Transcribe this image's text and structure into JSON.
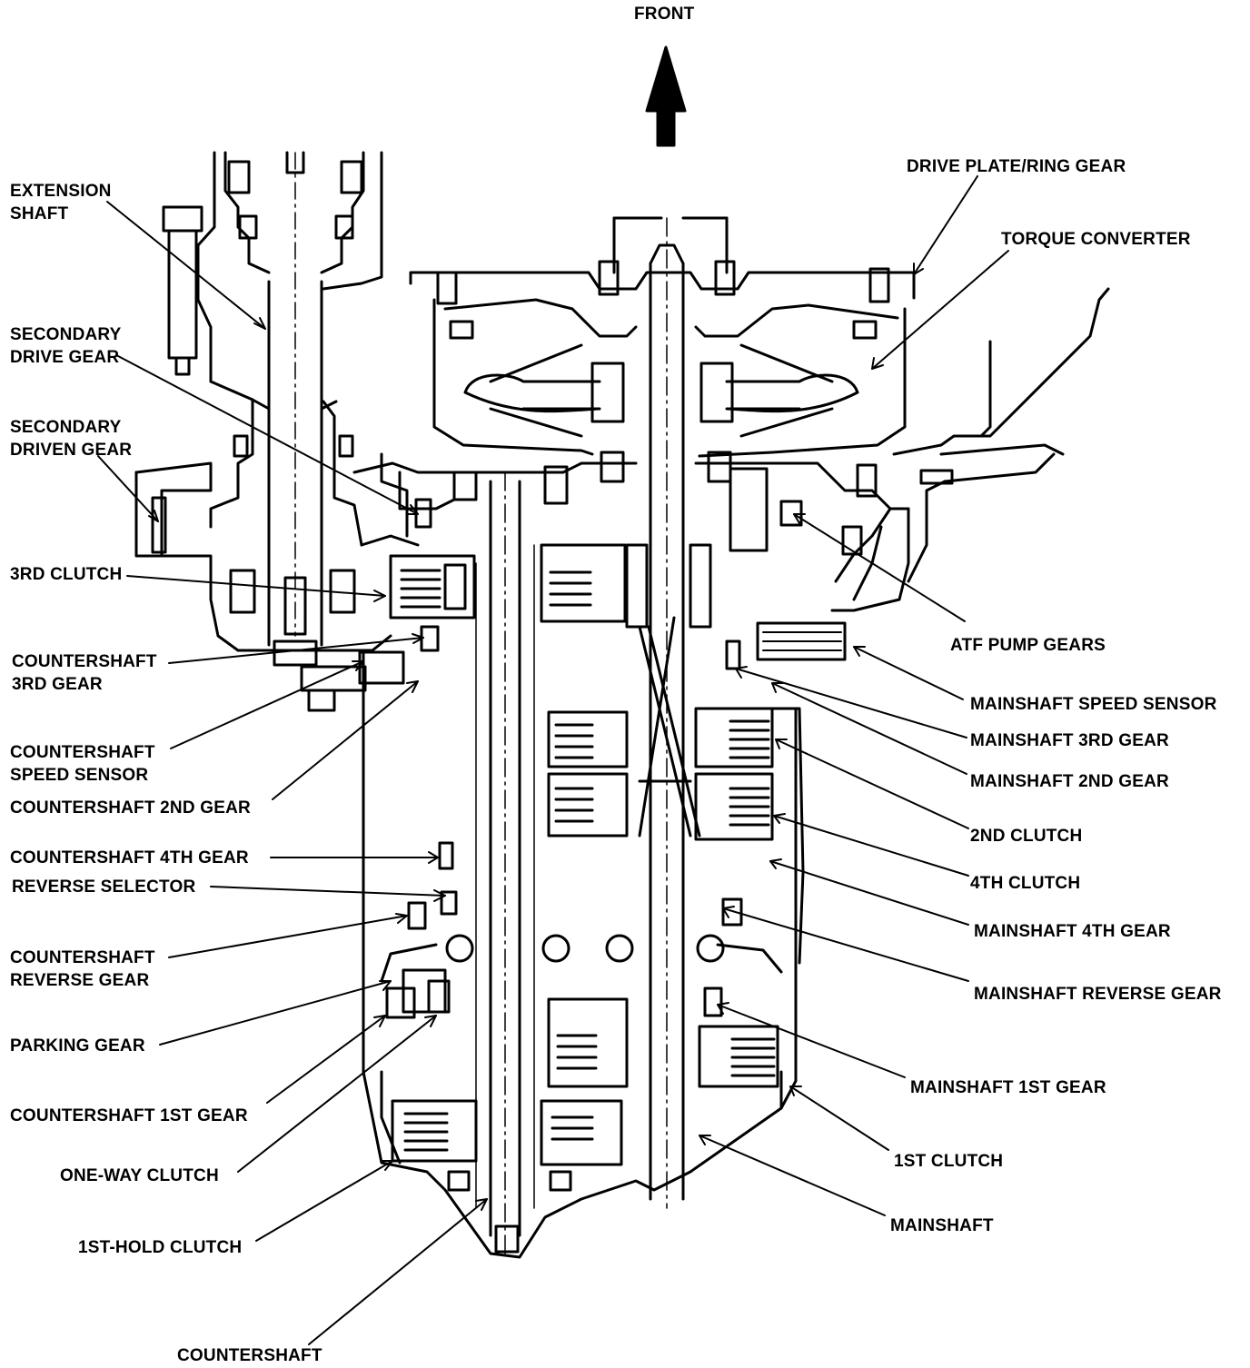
{
  "diagram": {
    "front_label": "FRONT",
    "labels": {
      "extension_shaft": [
        "EXTENSION",
        "SHAFT"
      ],
      "secondary_drive_gear": [
        "SECONDARY",
        "DRIVE GEAR"
      ],
      "secondary_driven_gear": [
        "SECONDARY",
        "DRIVEN GEAR"
      ],
      "third_clutch": "3RD CLUTCH",
      "countershaft_3rd_gear": [
        "COUNTERSHAFT",
        "3RD GEAR"
      ],
      "countershaft_speed_sensor": [
        "COUNTERSHAFT",
        "SPEED SENSOR"
      ],
      "countershaft_2nd_gear": "COUNTERSHAFT 2ND GEAR",
      "countershaft_4th_gear": "COUNTERSHAFT 4TH GEAR",
      "reverse_selector": "REVERSE SELECTOR",
      "countershaft_reverse_gear": [
        "COUNTERSHAFT",
        "REVERSE GEAR"
      ],
      "parking_gear": "PARKING GEAR",
      "countershaft_1st_gear": "COUNTERSHAFT 1ST GEAR",
      "one_way_clutch": "ONE-WAY CLUTCH",
      "first_hold_clutch": "1ST-HOLD CLUTCH",
      "countershaft": "COUNTERSHAFT",
      "drive_plate_ring_gear": "DRIVE PLATE/RING GEAR",
      "torque_converter": "TORQUE CONVERTER",
      "atf_pump_gears": "ATF PUMP GEARS",
      "mainshaft_speed_sensor": "MAINSHAFT SPEED SENSOR",
      "mainshaft_3rd_gear": "MAINSHAFT 3RD GEAR",
      "mainshaft_2nd_gear": "MAINSHAFT 2ND GEAR",
      "second_clutch": "2ND CLUTCH",
      "fourth_clutch": "4TH CLUTCH",
      "mainshaft_4th_gear": "MAINSHAFT 4TH GEAR",
      "mainshaft_reverse_gear": "MAINSHAFT REVERSE GEAR",
      "mainshaft_1st_gear": "MAINSHAFT 1ST GEAR",
      "first_clutch": "1ST CLUTCH",
      "mainshaft": "MAINSHAFT"
    }
  }
}
